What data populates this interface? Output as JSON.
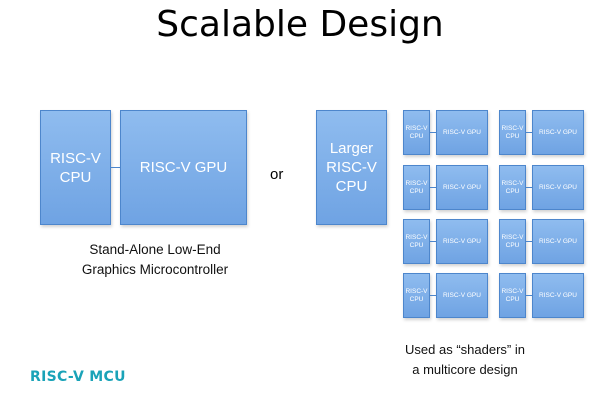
{
  "title": "Scalable Design",
  "left": {
    "cpu_label": "RISC-V\nCPU",
    "gpu_label": "RISC-V GPU",
    "caption": "Stand-Alone Low-End\nGraphics Microcontroller"
  },
  "or_label": "or",
  "middle": {
    "cpu_label": "Larger\nRISC-V\nCPU"
  },
  "core_tile": {
    "cpu_label": "RISC-V\nCPU",
    "gpu_label": "RISC-V GPU"
  },
  "right_caption": "Used as “shaders” in\na multicore design",
  "logo": "RISC-V MCU",
  "colors": {
    "box_fill": "#7fb0ea",
    "box_border": "#4d86cc",
    "logo": "#1aa3b8"
  }
}
